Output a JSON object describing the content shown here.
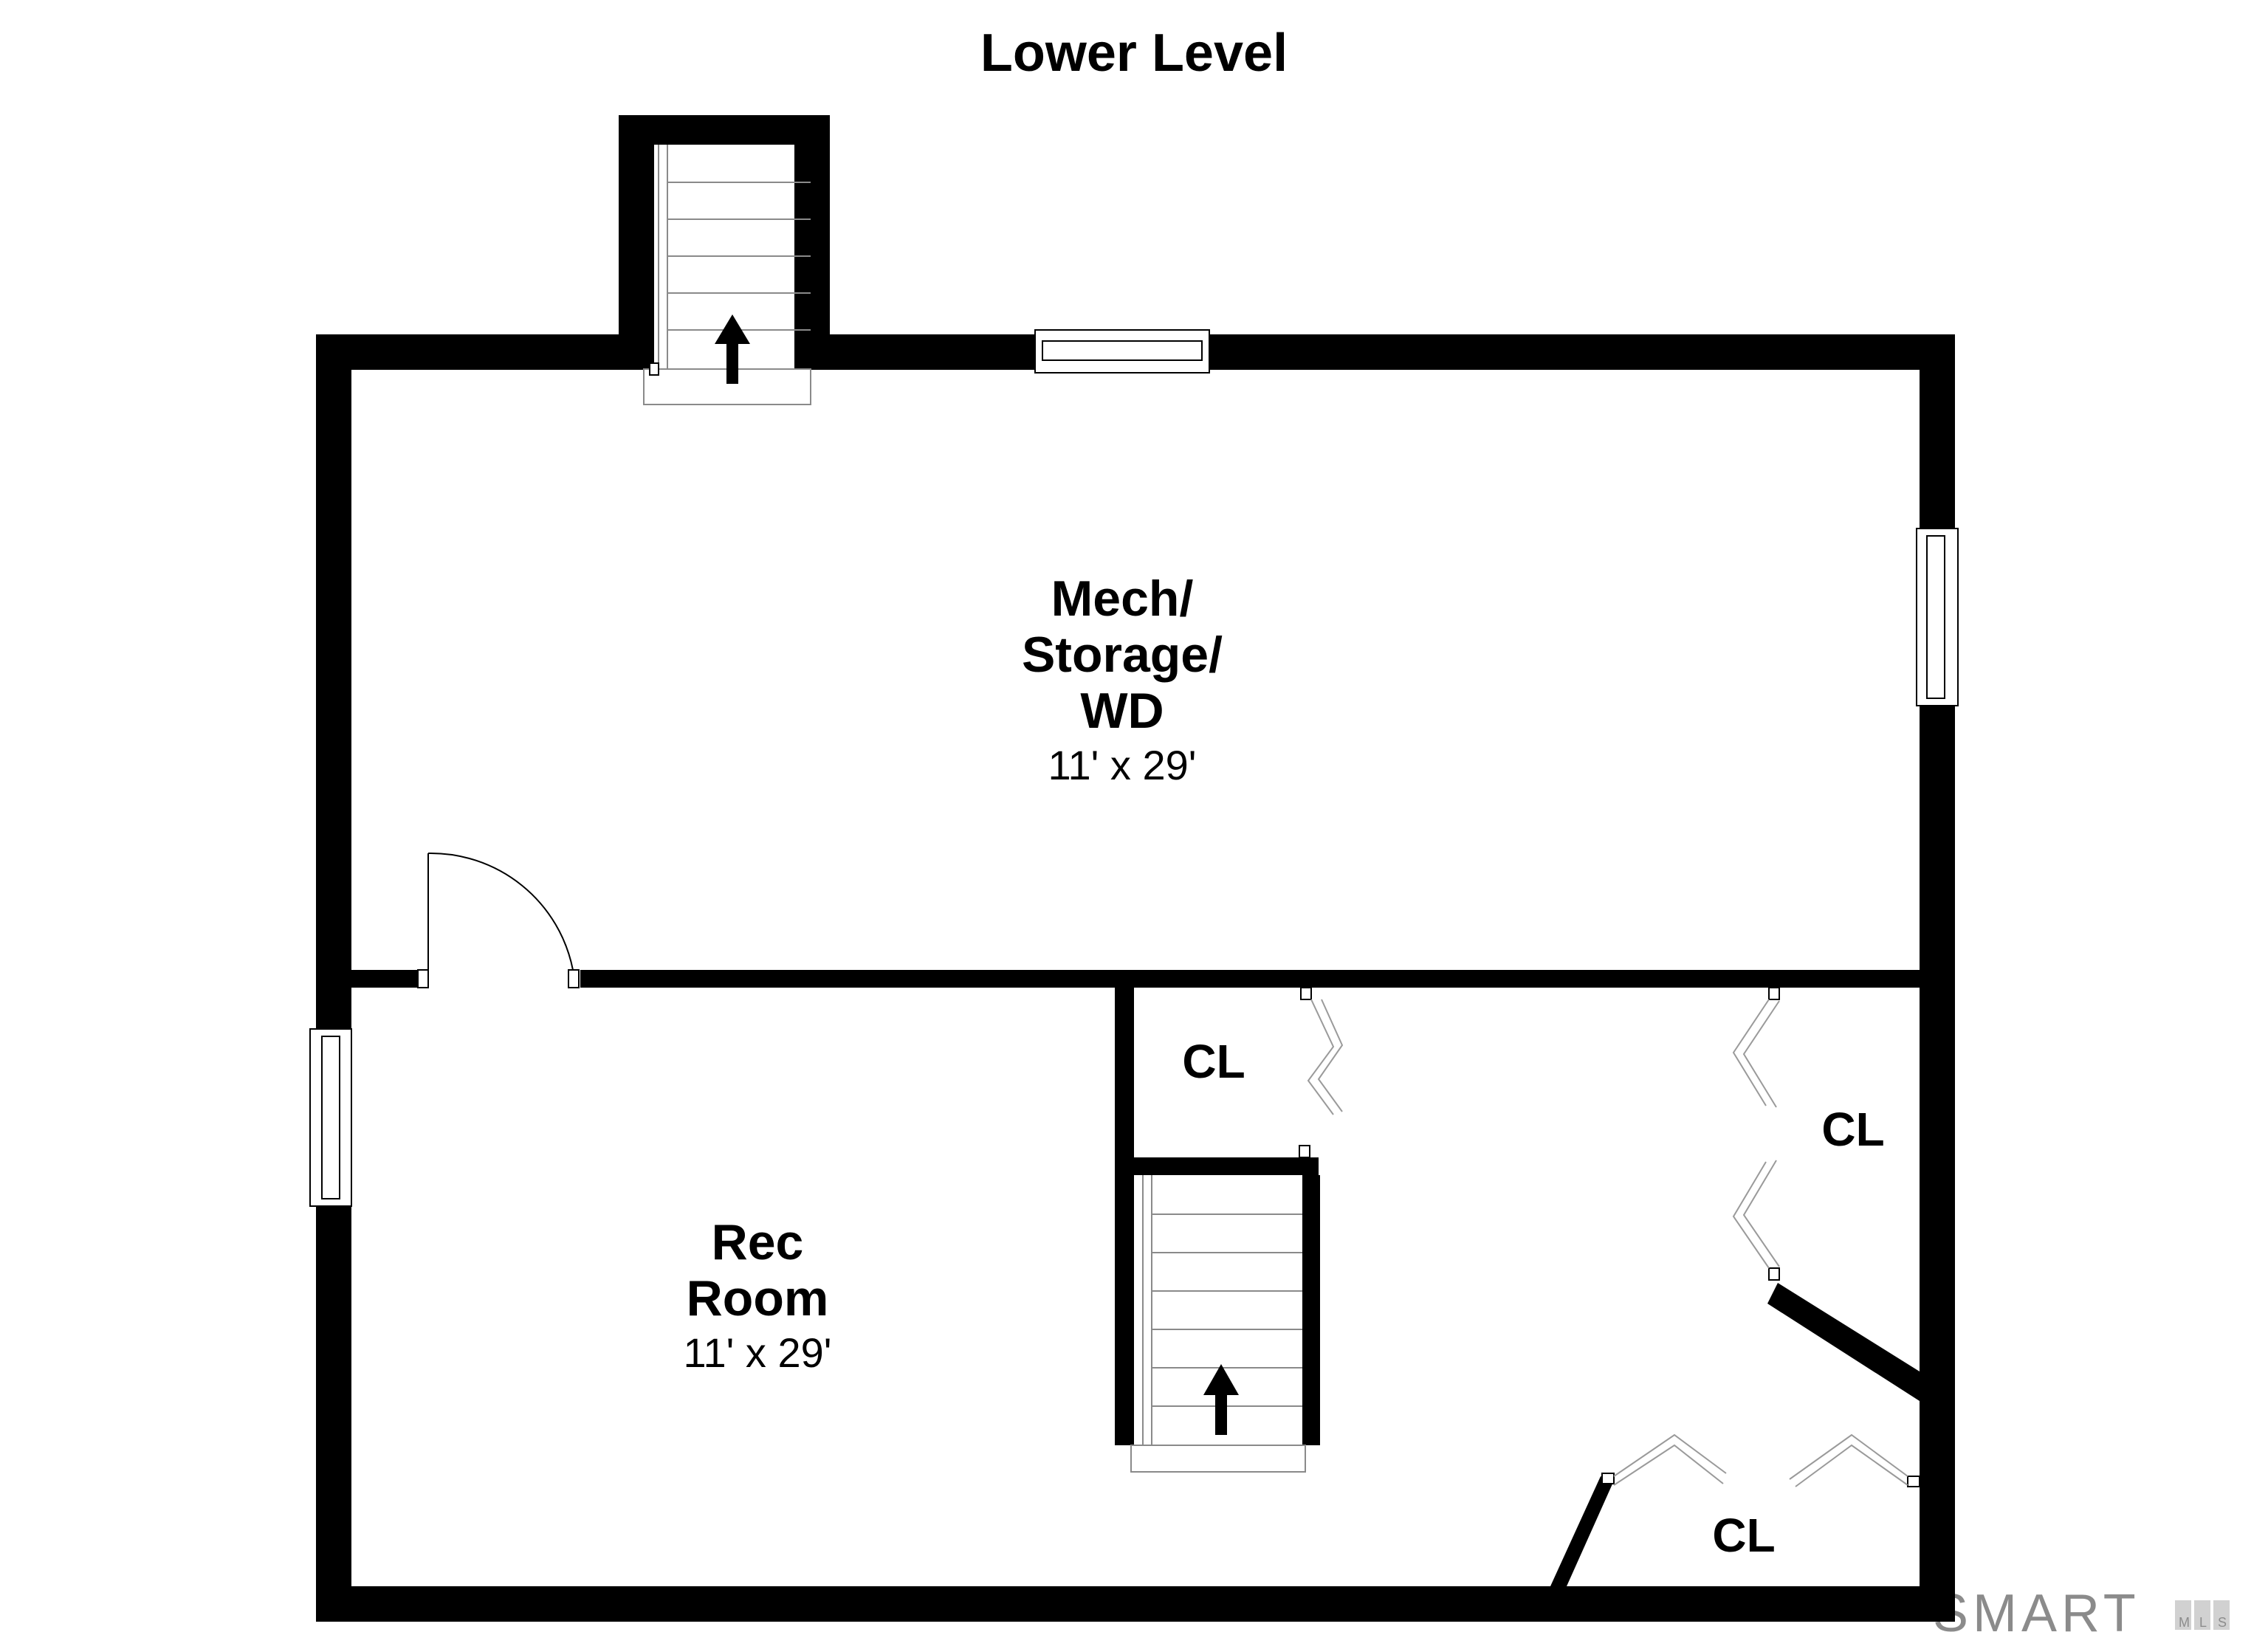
{
  "plan": {
    "title": "Lower Level",
    "rooms": [
      {
        "name_lines": [
          "Mech/",
          "Storage/",
          "WD"
        ],
        "dimensions": "11' x 29'"
      },
      {
        "name_lines": [
          "Rec",
          "Room"
        ],
        "dimensions": "11' x 29'"
      }
    ],
    "closets": [
      "CL",
      "CL",
      "CL"
    ],
    "watermark": "SMART MLS"
  }
}
